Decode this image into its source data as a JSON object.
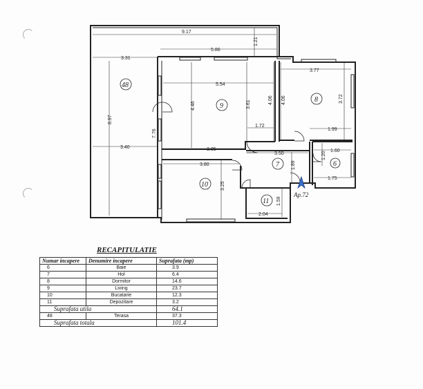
{
  "plan": {
    "dimensions": {
      "d917": "9.17",
      "d586": "5.86",
      "d121": "1.21",
      "d331": "3.31",
      "d554": "5.54",
      "d377": "3.77",
      "d897": "8.97",
      "d776": "7.76",
      "d446": "4.46",
      "d361": "3.61",
      "d406a": "4.06",
      "d406b": "4.06",
      "d372": "3.72",
      "d172": "1.72",
      "d199": "1.99",
      "d340": "3.40",
      "d305": "3.05",
      "d350": "3.50",
      "d189": "1.89",
      "d160": "1.60",
      "d120": "1.20",
      "d380": "3.80",
      "d325": "3.25",
      "d175": "1.75",
      "d159": "1.59",
      "d204": "2.04"
    },
    "rooms": {
      "r48": "48",
      "r9": "9",
      "r8": "8",
      "r7": "7",
      "r6": "6",
      "r10": "10",
      "r11": "11"
    },
    "apartment_label": "Ap.72"
  },
  "recap": {
    "title": "RECAPITULATIE",
    "headers": {
      "col1": "Numar incapere",
      "col2": "Denumire incapere",
      "col3": "Suprafata (mp)"
    },
    "rows": [
      {
        "num": "6",
        "name": "Baie",
        "area": "3.9"
      },
      {
        "num": "7",
        "name": "Hol",
        "area": "6.4"
      },
      {
        "num": "8",
        "name": "Dormitor",
        "area": "14.6"
      },
      {
        "num": "9",
        "name": "Living",
        "area": "23.7"
      },
      {
        "num": "10",
        "name": "Bucatarie",
        "area": "12.3"
      },
      {
        "num": "11",
        "name": "Depozitare",
        "area": "3.2"
      }
    ],
    "useful": {
      "label": "Suprafata utila",
      "area": "64.1"
    },
    "terrace": {
      "num": "48",
      "name": "Terasa",
      "area": "37.3"
    },
    "total": {
      "label": "Suprafata totala",
      "area": "101.4"
    }
  }
}
